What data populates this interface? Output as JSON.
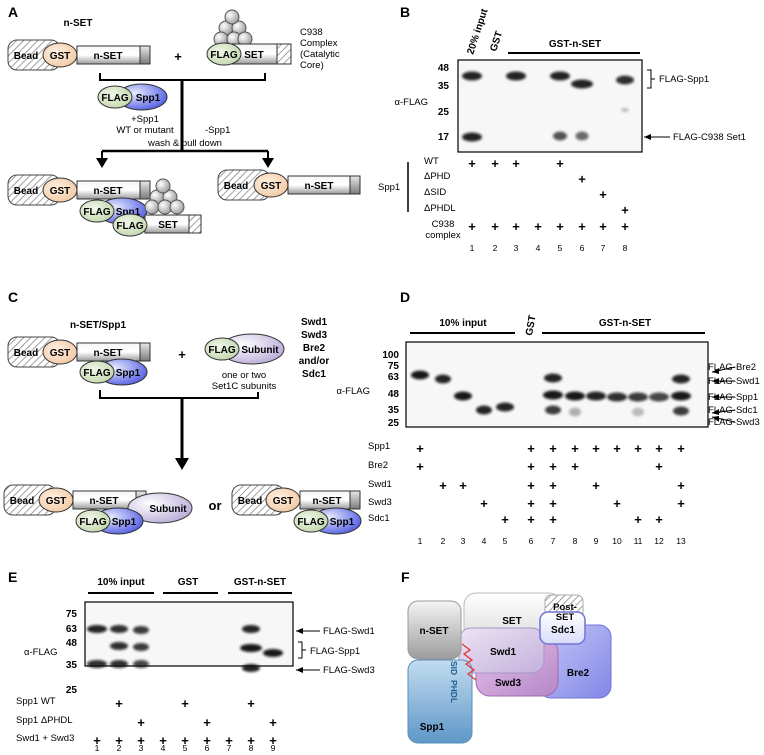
{
  "figure": {
    "panels": {
      "A": {
        "letter": "A",
        "nset_title": "n-SET",
        "bead": "Bead",
        "gst": "GST",
        "nset": "n-SET",
        "plus": "+",
        "flag": "FLAG",
        "set": "SET",
        "complex_lines": [
          "C938",
          "Complex",
          "(Catalytic",
          "Core)"
        ],
        "spp1": "Spp1",
        "plus_spp1": [
          "+Spp1",
          "WT or mutant"
        ],
        "minus_spp1": "-Spp1",
        "wash": "wash & pull down"
      },
      "B": {
        "letter": "B",
        "lane_headers": [
          "20% input",
          "GST",
          "GST-n-SET"
        ],
        "markers": [
          "48",
          "35",
          "25",
          "17"
        ],
        "antibody": "α-FLAG",
        "right_labels": [
          "FLAG-Spp1",
          "FLAG-C938 Set1"
        ],
        "rows": [
          "WT",
          "ΔPHD",
          "ΔSID",
          "ΔPHDL"
        ],
        "row_group": "Spp1",
        "complex_row": [
          "C938",
          "complex"
        ],
        "lanes": [
          "1",
          "2",
          "3",
          "4",
          "5",
          "6",
          "7",
          "8"
        ]
      },
      "C": {
        "letter": "C",
        "top_title": "n-SET/Spp1",
        "bead": "Bead",
        "gst": "GST",
        "nset": "n-SET",
        "flag": "FLAG",
        "spp1": "Spp1",
        "subunit": "Subunit",
        "plus": "+",
        "subunit_note": [
          "one or two",
          "Set1C subunits"
        ],
        "subunit_list": [
          "Swd1",
          "Swd3",
          "Bre2",
          "and/or",
          "Sdc1"
        ],
        "or": "or"
      },
      "D": {
        "letter": "D",
        "lane_headers": [
          "10% input",
          "GST",
          "GST-n-SET"
        ],
        "markers": [
          "100",
          "75",
          "63",
          "48",
          "35",
          "25"
        ],
        "antibody": "α-FLAG",
        "right_labels": [
          "FLAG-Bre2",
          "FLAG-Swd1",
          "FLAG-Spp1",
          "FLAG-Sdc1",
          "FLAG-Swd3"
        ],
        "rows": [
          "Spp1",
          "Bre2",
          "Swd1",
          "Swd3",
          "Sdc1"
        ],
        "lanes": [
          "1",
          "2",
          "3",
          "4",
          "5",
          "6",
          "7",
          "8",
          "9",
          "10",
          "11",
          "12",
          "13"
        ]
      },
      "E": {
        "letter": "E",
        "lane_headers": [
          "10% input",
          "GST",
          "GST-n-SET"
        ],
        "markers": [
          "75",
          "63",
          "48",
          "35",
          "25"
        ],
        "antibody": "α-FLAG",
        "right_labels": [
          "FLAG-Swd1",
          "FLAG-Spp1",
          "FLAG-Swd3"
        ],
        "rows": [
          "Spp1 WT",
          "Spp1 ΔPHDL",
          "Swd1 + Swd3"
        ],
        "lanes": [
          "1",
          "2",
          "3",
          "4",
          "5",
          "6",
          "7",
          "8",
          "9"
        ]
      },
      "F": {
        "letter": "F",
        "labels": [
          "n-SET",
          "SET",
          "Post-",
          "SET",
          "Swd1",
          "Sdc1",
          "Swd3",
          "Bre2",
          "SID",
          "PHDL",
          "Spp1"
        ]
      }
    },
    "symbols": {
      "plus": "+"
    }
  }
}
